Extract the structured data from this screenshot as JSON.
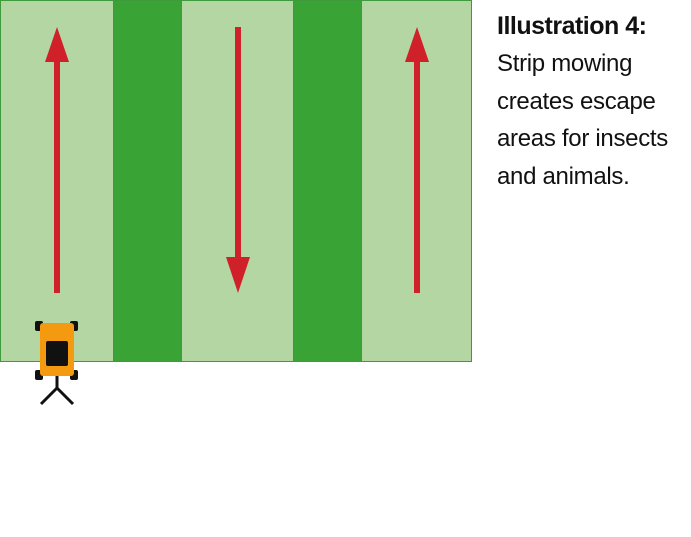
{
  "caption": {
    "title": "Illustration 4:",
    "lines": [
      "Strip mowing",
      "creates escape",
      "areas for insects",
      "and animals."
    ]
  },
  "field": {
    "strips": [
      {
        "kind": "mowed",
        "direction": "up"
      },
      {
        "kind": "unmowed"
      },
      {
        "kind": "mowed",
        "direction": "down"
      },
      {
        "kind": "unmowed"
      },
      {
        "kind": "mowed",
        "direction": "up"
      }
    ]
  },
  "colors": {
    "mowed_grass": "#b3d6a2",
    "unmowed_grass": "#3aa335",
    "arrow": "#d0202a",
    "mower_body": "#f39a10",
    "mower_wheels": "#111111"
  },
  "icons": {
    "mower": "lawn-mower-icon",
    "arrow_up": "arrow-up-icon",
    "arrow_down": "arrow-down-icon"
  }
}
